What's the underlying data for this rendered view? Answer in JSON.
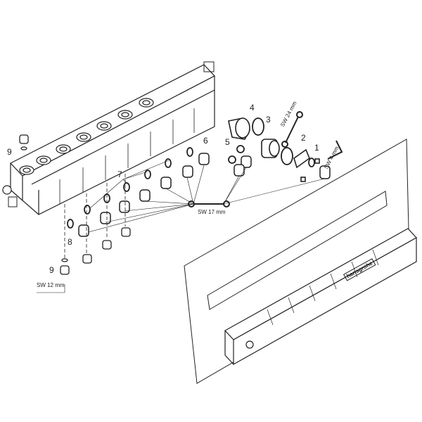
{
  "diagram": {
    "part_numbers": [
      "1",
      "2",
      "3",
      "4",
      "5",
      "6",
      "7",
      "8",
      "9",
      "9"
    ],
    "tool_labels": {
      "sw24": "SW 24 mm",
      "sw4": "SW 4 mm",
      "sw17": "SW 17 mm",
      "sw12": "SW 12 mm"
    },
    "brand_logo": "hansgrohe"
  }
}
